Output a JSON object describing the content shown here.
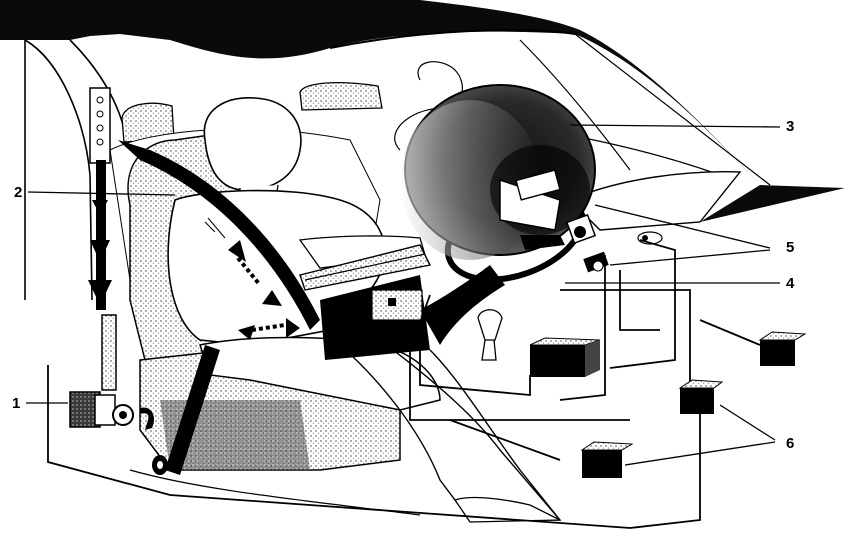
{
  "diagram": {
    "ink_color": "#000000",
    "stipple_color": "#8a8a8a",
    "callouts": [
      {
        "id": "1",
        "label": "1"
      },
      {
        "id": "2",
        "label": "2"
      },
      {
        "id": "3",
        "label": "3"
      },
      {
        "id": "4",
        "label": "4"
      },
      {
        "id": "5",
        "label": "5"
      },
      {
        "id": "6",
        "label": "6"
      }
    ]
  }
}
